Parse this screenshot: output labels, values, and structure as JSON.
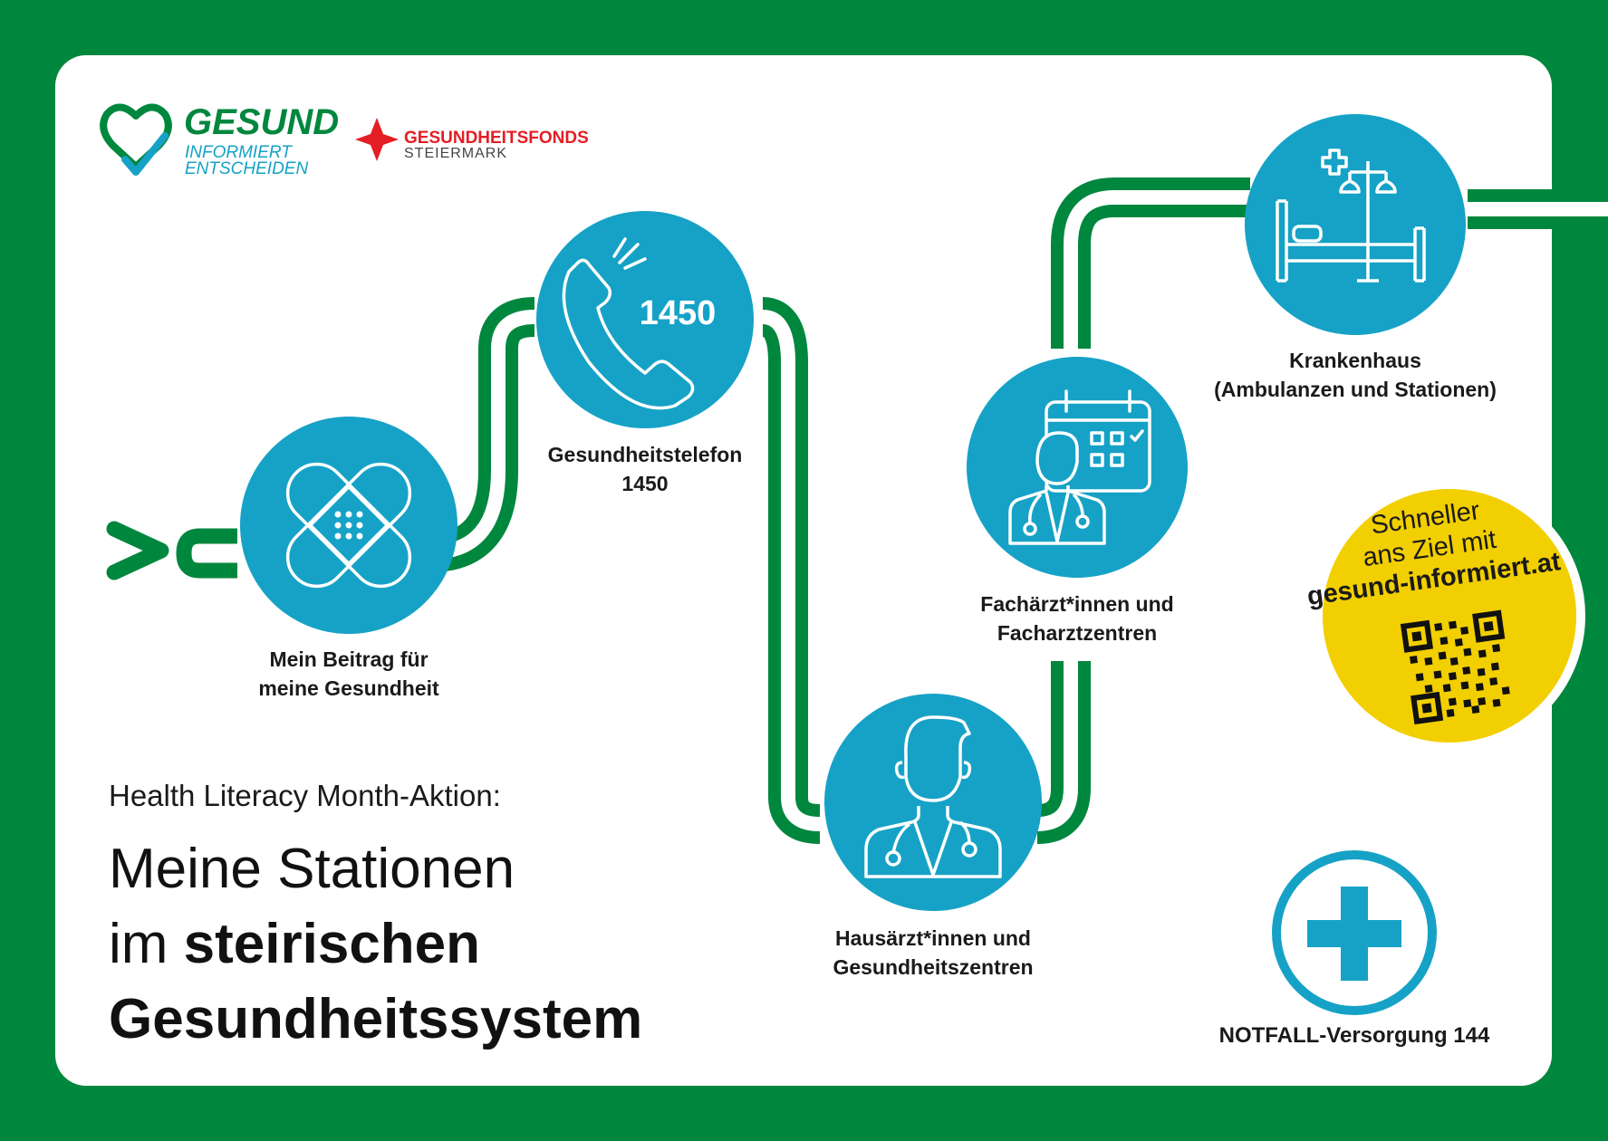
{
  "logos": {
    "gesund": {
      "title": "GESUND",
      "line1": "INFORMIERT",
      "line2": "ENTSCHEIDEN"
    },
    "fonds": {
      "name": "GESUNDHEITSFONDS",
      "sub": "STEIERMARK"
    }
  },
  "headline": {
    "kicker": "Health Literacy Month-Aktion:",
    "line1": "Meine Stationen",
    "line2_regular": "im ",
    "line2_bold": "steirischen",
    "line3_bold": "Gesundheitssystem"
  },
  "stations": [
    {
      "icon": "bandage-icon",
      "label_lines": [
        "Mein Beitrag für",
        "meine Gesundheit"
      ]
    },
    {
      "icon": "phone-icon",
      "icon_text": "1450",
      "label_lines": [
        "Gesundheitstelefon",
        "1450"
      ]
    },
    {
      "icon": "doctor-icon",
      "label_lines": [
        "Hausärzt*innen und",
        "Gesundheitszentren"
      ]
    },
    {
      "icon": "specialist-calendar-icon",
      "label_lines": [
        "Fachärzt*innen und",
        "Facharztzentren"
      ]
    },
    {
      "icon": "hospital-bed-icon",
      "label_lines": [
        "Krankenhaus",
        "(Ambulanzen und Stationen)"
      ]
    }
  ],
  "qr_badge": {
    "line1": "Schneller",
    "line2": "ans Ziel mit",
    "url": "gesund-informiert.at",
    "icon": "qr-code-icon"
  },
  "emergency": {
    "icon": "medical-cross-icon",
    "label": "NOTFALL-Versorgung 144"
  },
  "colors": {
    "frame_green": "#00873e",
    "station_blue": "#16a2c6",
    "badge_yellow": "#f2cf00",
    "accent_red": "#e31e24"
  }
}
